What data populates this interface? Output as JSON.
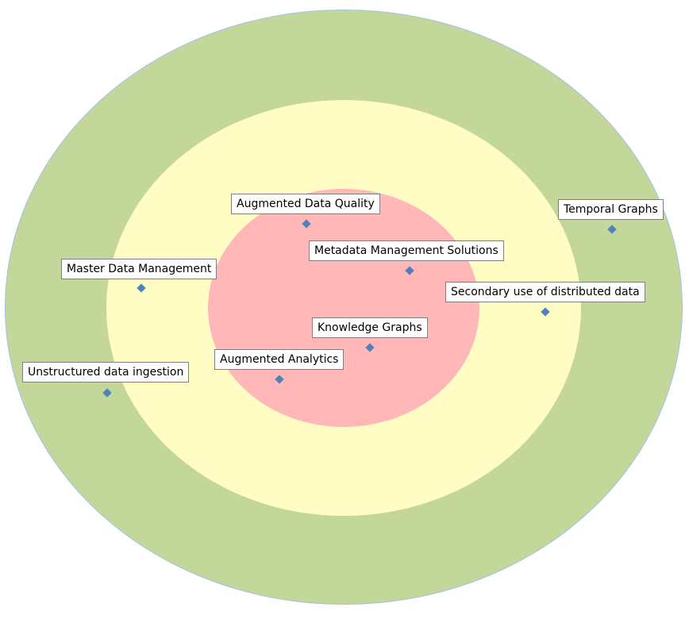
{
  "diagram": {
    "type": "bullseye",
    "colors": {
      "outer_ring": "#c4d79b",
      "middle_ring": "#fffcc4",
      "inner_ring": "#ffb7b7",
      "marker": "#4f81bd",
      "label_border": "#7f7f7f"
    },
    "rings": [
      {
        "name": "outer",
        "color": "#c4d79b"
      },
      {
        "name": "middle",
        "color": "#fffcc4"
      },
      {
        "name": "inner",
        "color": "#ffb7b7"
      }
    ],
    "items": [
      {
        "label": "Augmented Data Quality",
        "ring": "inner"
      },
      {
        "label": "Metadata Management Solutions",
        "ring": "inner"
      },
      {
        "label": "Knowledge Graphs",
        "ring": "inner"
      },
      {
        "label": "Augmented Analytics",
        "ring": "inner"
      },
      {
        "label": "Master Data Management",
        "ring": "middle"
      },
      {
        "label": "Secondary use of distributed data",
        "ring": "middle"
      },
      {
        "label": "Temporal Graphs",
        "ring": "outer"
      },
      {
        "label": "Unstructured data ingestion",
        "ring": "outer"
      }
    ]
  }
}
